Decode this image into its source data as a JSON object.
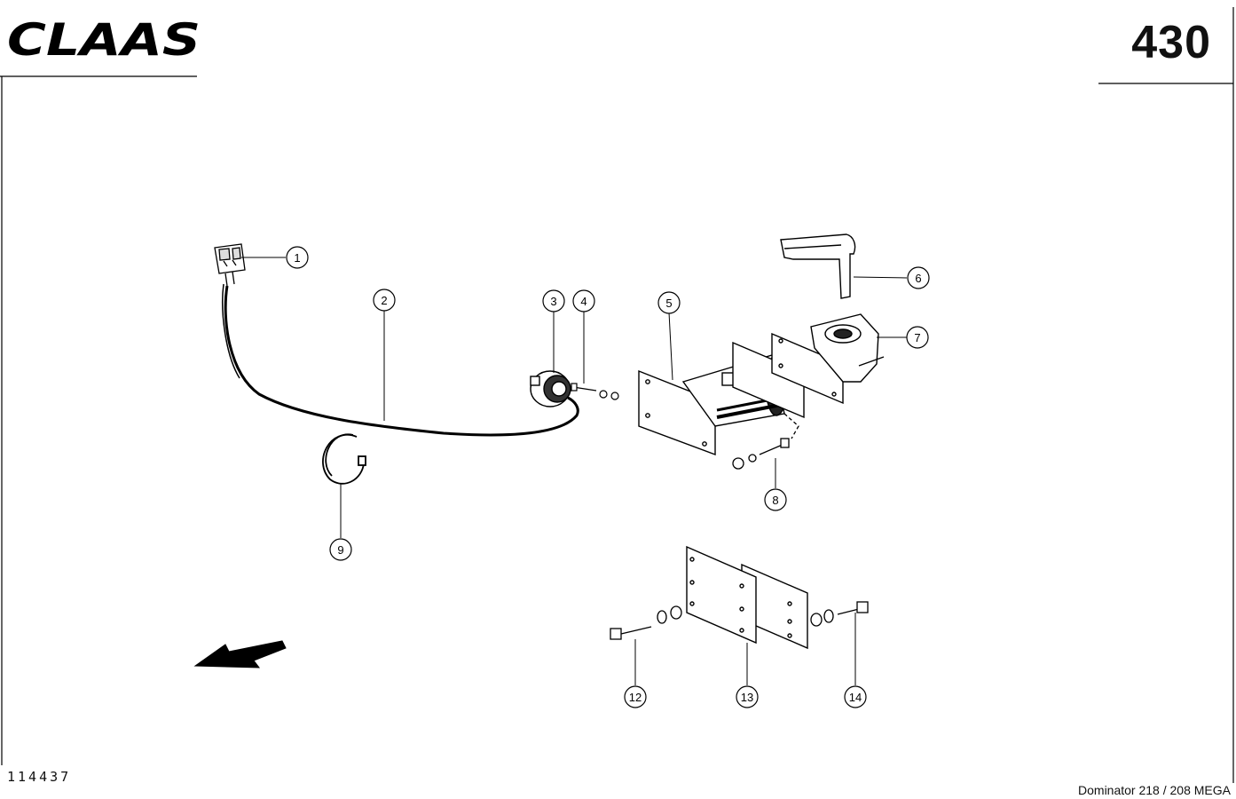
{
  "header": {
    "brand": "CLAAS",
    "page_number": "430"
  },
  "footer": {
    "drawing_number": "114437",
    "model": "Dominator 218 / 208 MEGA"
  },
  "callouts": {
    "c1": "1",
    "c2": "2",
    "c3": "3",
    "c4": "4",
    "c5": "5",
    "c6": "6",
    "c7": "7",
    "c8": "8",
    "c9": "9",
    "c12": "12",
    "c13": "13",
    "c14": "14"
  },
  "icons": {
    "direction": "direction-arrow-icon"
  }
}
